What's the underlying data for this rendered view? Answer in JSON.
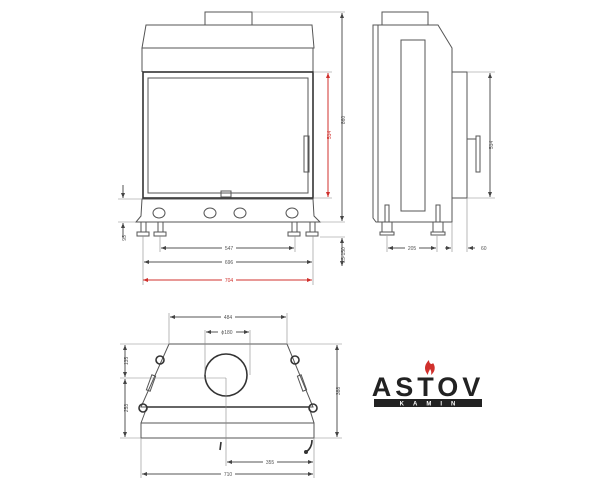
{
  "front_view": {
    "height_total": "860",
    "door_height": "514",
    "base_height": "95",
    "leg_adjust": "25-150",
    "leg_spacing": "547",
    "body_width": "696",
    "overall_width": "704"
  },
  "side_view": {
    "door_height": "514",
    "leg_spacing": "205",
    "door_depth": "60"
  },
  "top_view": {
    "top_width": "484",
    "flue_diameter": "ϕ180",
    "flue_offset_depth": "135",
    "front_depth": "253",
    "total_depth": "388",
    "flue_offset_width": "355",
    "total_width": "710"
  },
  "logo": {
    "brand": "ASTOV",
    "subtitle": "KAMIN",
    "accent_color": "#d0302c"
  }
}
